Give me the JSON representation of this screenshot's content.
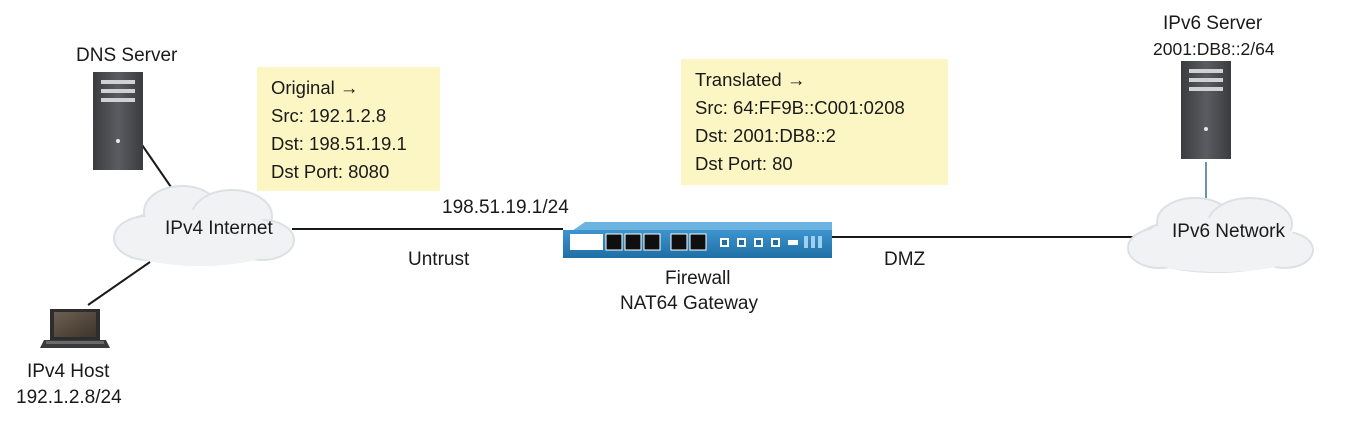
{
  "nodes": {
    "dns_server": {
      "label": "DNS Server",
      "icon": "server-icon"
    },
    "ipv4_internet": {
      "label": "IPv4 Internet",
      "icon": "cloud-icon"
    },
    "ipv4_host": {
      "label": "IPv4 Host",
      "address": "192.1.2.8/24",
      "icon": "laptop-icon"
    },
    "firewall": {
      "label": "Firewall",
      "sublabel": "NAT64 Gateway",
      "interface_ip": "198.51.19.1/24",
      "icon": "firewall-appliance-icon"
    },
    "ipv6_network": {
      "label": "IPv6 Network",
      "icon": "cloud-icon"
    },
    "ipv6_server": {
      "label": "IPv6 Server",
      "address": "2001:DB8::2/64",
      "icon": "server-icon"
    }
  },
  "zones": {
    "untrust": "Untrust",
    "dmz": "DMZ"
  },
  "original_box": {
    "title": "Original →",
    "src": "Src: 192.1.2.8",
    "dst": "Dst: 198.51.19.1",
    "dst_port": "Dst Port: 8080"
  },
  "translated_box": {
    "title": "Translated →",
    "src": "Src: 64:FF9B::C001:0208",
    "dst": "Dst: 2001:DB8::2",
    "dst_port": "Dst Port: 80"
  },
  "colors": {
    "note_box": "#fbf6c3",
    "server_body": "#4d4f53",
    "firewall_body": "#2a80b9",
    "cloud_fill": "#f1f2f4",
    "line": "#1a1a1a"
  }
}
